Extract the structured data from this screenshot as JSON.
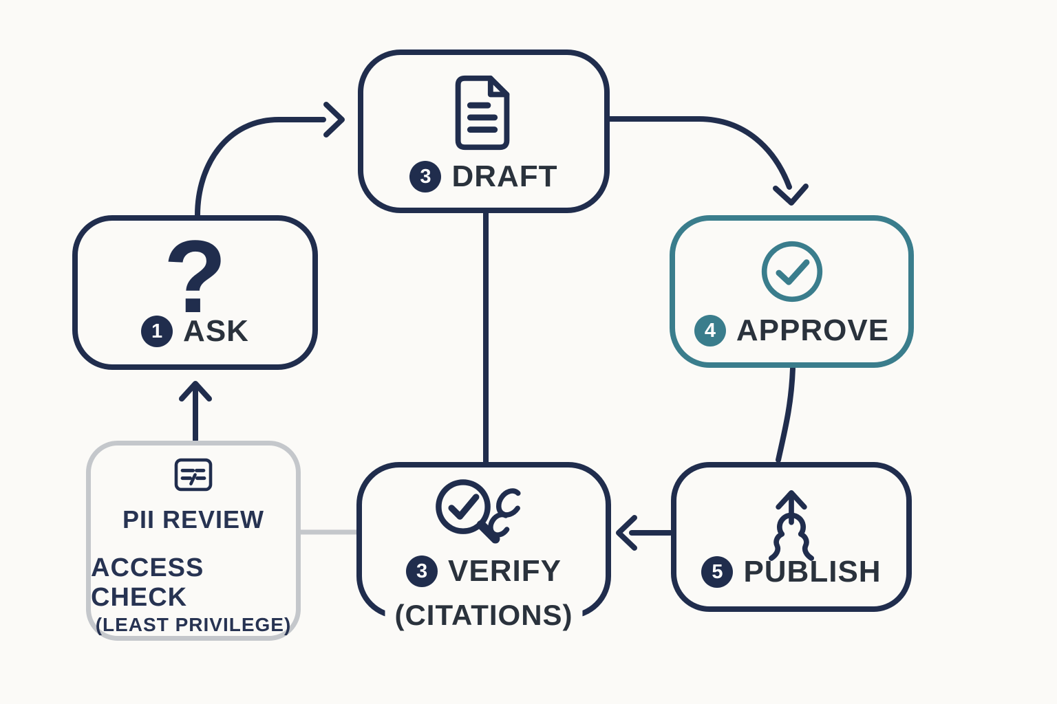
{
  "title": "Content workflow diagram",
  "colors": {
    "navy": "#202d4d",
    "teal": "#3a7d8c",
    "gray": "#c4c7cb",
    "background": "#fbfaf7",
    "label": "#2a323c",
    "badge-text": "#ffffff",
    "pii-text": "#273352"
  },
  "nodes": {
    "ask": {
      "step": "1",
      "label": "ASK",
      "icon": "question-mark-icon",
      "icon_glyph": "?"
    },
    "draft": {
      "step": "3",
      "label": "DRAFT",
      "icon": "document-icon"
    },
    "approve": {
      "step": "4",
      "label": "APPROVE",
      "icon": "check-circle-icon"
    },
    "verify": {
      "step": "3",
      "label": "VERIFY",
      "sublabel": "(CITATIONS)",
      "icon": "search-check-link-icon"
    },
    "publish": {
      "step": "5",
      "label": "PUBLISH",
      "icon": "upload-person-icon"
    },
    "pii": {
      "title": "PII REVIEW",
      "subtitle": "ACCESS CHECK",
      "note": "(LEAST PRIVILEGE)",
      "icon": "redacted-card-icon"
    }
  },
  "edges": [
    {
      "from": "pii",
      "to": "ask",
      "type": "arrow",
      "color": "navy"
    },
    {
      "from": "ask",
      "to": "draft",
      "type": "arrow",
      "color": "navy"
    },
    {
      "from": "draft",
      "to": "approve",
      "type": "arrow",
      "color": "navy"
    },
    {
      "from": "approve",
      "to": "publish",
      "type": "line",
      "color": "navy"
    },
    {
      "from": "publish",
      "to": "verify",
      "type": "arrow",
      "color": "navy"
    },
    {
      "from": "draft",
      "to": "verify",
      "type": "line",
      "color": "navy"
    },
    {
      "from": "pii",
      "to": "verify",
      "type": "line",
      "color": "gray"
    }
  ]
}
